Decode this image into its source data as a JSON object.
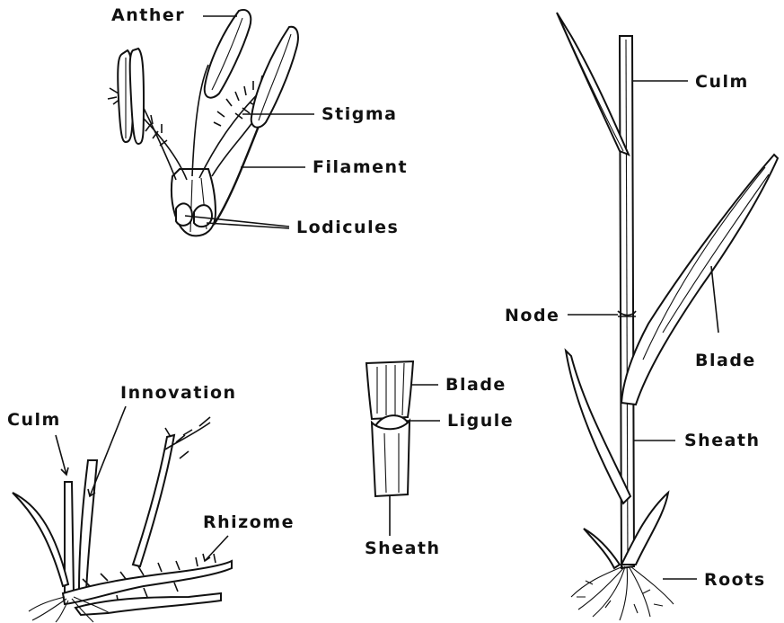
{
  "labels": {
    "flower": {
      "anther": "Anther",
      "stigma": "Stigma",
      "filament": "Filament",
      "lodicules": "Lodicules"
    },
    "plant": {
      "culm": "Culm",
      "node": "Node",
      "blade": "Blade",
      "sheath": "Sheath",
      "roots": "Roots"
    },
    "collar": {
      "blade": "Blade",
      "ligule": "Ligule",
      "sheath": "Sheath"
    },
    "base": {
      "culm": "Culm",
      "innovation": "Innovation",
      "rhizome": "Rhizome"
    }
  }
}
